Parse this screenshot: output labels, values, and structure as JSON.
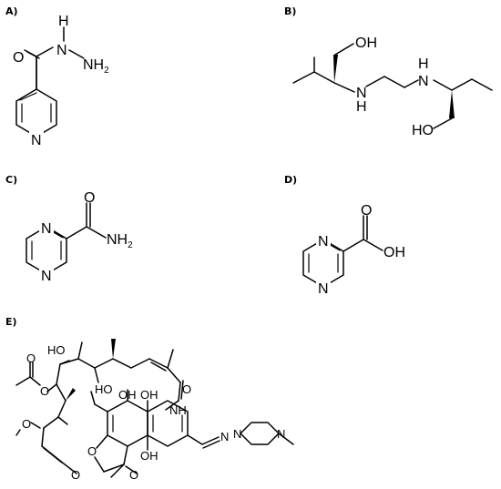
{
  "panels": [
    {
      "label": "A)",
      "atoms": {
        "O": "O",
        "NH": "H",
        "N1": "N",
        "NH2_main": "NH",
        "NH2_sub": "2",
        "ringN": "N"
      }
    },
    {
      "label": "B)",
      "atoms": {
        "OH1": "OH",
        "H1": "H",
        "N1": "N",
        "N2": "N",
        "H2": "H",
        "HO2": "HO"
      }
    },
    {
      "label": "C)",
      "atoms": {
        "O": "O",
        "N1": "N",
        "N2": "N",
        "NH2_main": "NH",
        "NH2_sub": "2"
      }
    },
    {
      "label": "D)",
      "atoms": {
        "O": "O",
        "OH": "OH",
        "N1": "N",
        "N2": "N"
      }
    },
    {
      "label": "E)",
      "atoms": {
        "HO_top": "HO",
        "HO_mid": "HO",
        "O_ac1": "O",
        "O_ac2": "O",
        "OH1": "OH",
        "OH2": "OH",
        "OH3": "OH",
        "O_amide": "O",
        "NH": "NH",
        "O_me": "O",
        "O_fur": "O",
        "O_bridge": "O",
        "O_ket": "O",
        "N_hyd": "N",
        "N_pip1": "N",
        "N_pip2": "N"
      }
    }
  ]
}
